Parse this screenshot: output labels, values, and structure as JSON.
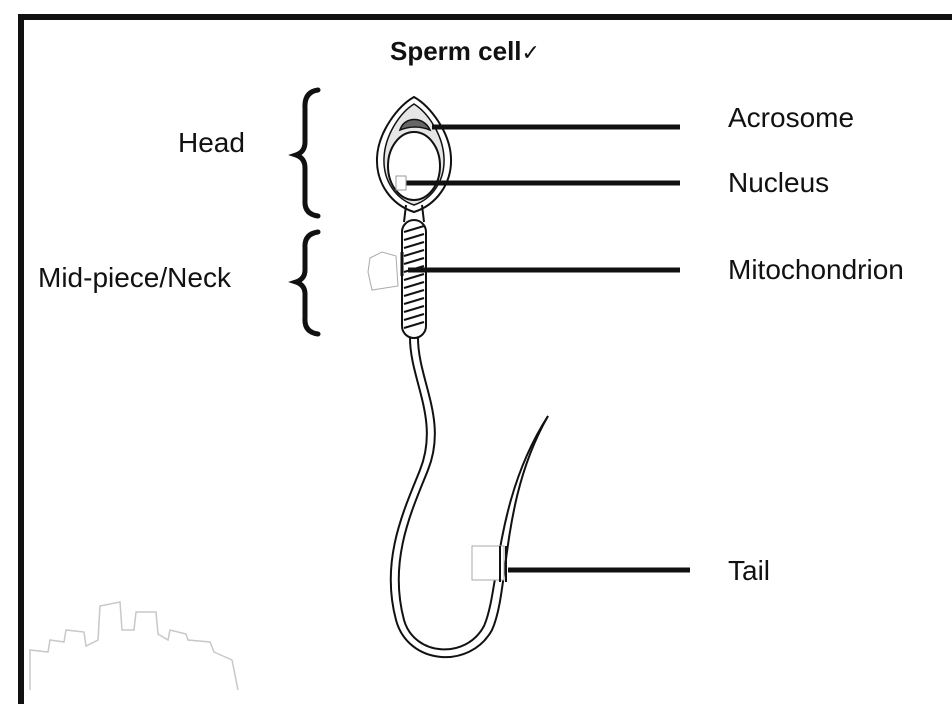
{
  "title": "Sperm cell",
  "title_mark": "✓",
  "regions": {
    "head": "Head",
    "midpiece": "Mid-piece/Neck"
  },
  "labels": {
    "acrosome": "Acrosome",
    "nucleus": "Nucleus",
    "mitochondrion": "Mitochondrion",
    "tail": "Tail"
  }
}
